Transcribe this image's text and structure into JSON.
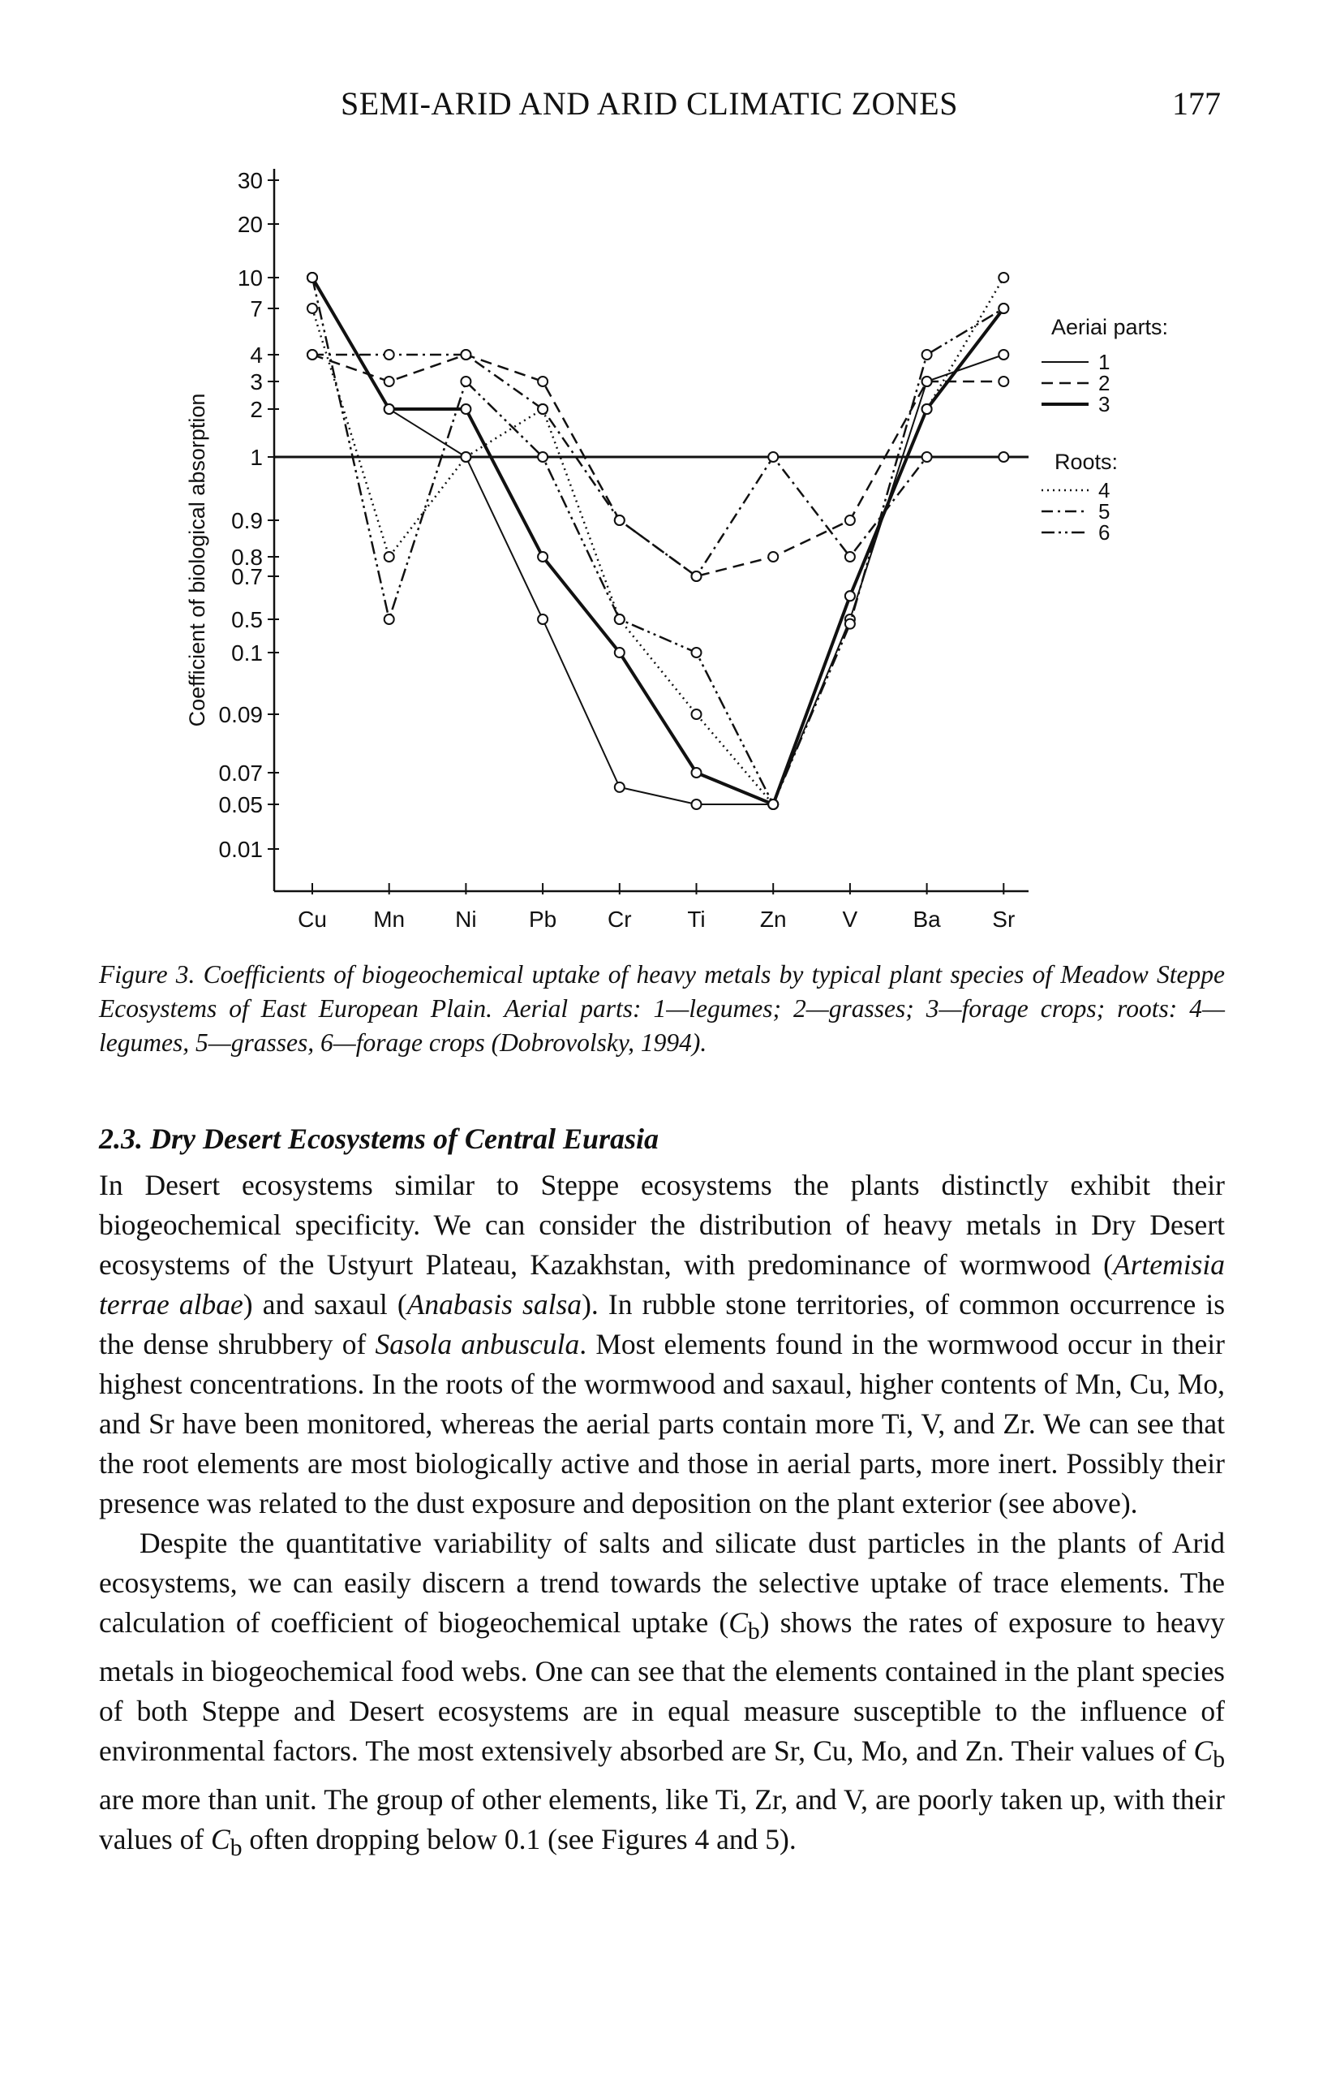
{
  "header": {
    "running_head": "SEMI-ARID AND ARID CLIMATIC ZONES",
    "page_number": "177"
  },
  "chart_data": {
    "type": "line",
    "ylabel": "Coefficient of biological absorption",
    "xlabel": "",
    "categories": [
      "Cu",
      "Mn",
      "Ni",
      "Pb",
      "Cr",
      "Ti",
      "Zn",
      "V",
      "Ba",
      "Sr"
    ],
    "y_tick_labels": [
      "30",
      "20",
      "10",
      "7",
      "4",
      "3",
      "2",
      "1",
      "0.9",
      "0.8",
      "0.7",
      "0.5",
      "0.1",
      "0.09",
      "0.07",
      "0.05",
      "0.01"
    ],
    "y_scale": "nonlinear (as printed)",
    "grid": false,
    "reference_line": 1,
    "legend": {
      "placement": "right",
      "aerial_title": "Aeriai parts:",
      "roots_title": "Roots:"
    },
    "series": [
      {
        "name": "1",
        "group": "aerial",
        "values": [
          10,
          2,
          1,
          0.5,
          0.06,
          0.05,
          0.05,
          0.5,
          3,
          4
        ]
      },
      {
        "name": "2",
        "group": "aerial",
        "values": [
          4,
          3,
          4,
          3,
          0.9,
          0.7,
          0.8,
          0.9,
          3,
          3
        ]
      },
      {
        "name": "3",
        "group": "aerial",
        "values": [
          10,
          2,
          2,
          0.8,
          0.1,
          0.07,
          0.05,
          0.6,
          2,
          7
        ]
      },
      {
        "name": "4",
        "group": "roots",
        "values": [
          7,
          0.8,
          1,
          2,
          0.5,
          0.09,
          0.05,
          0.6,
          2,
          10
        ]
      },
      {
        "name": "5",
        "group": "roots",
        "values": [
          4,
          4,
          4,
          2,
          0.9,
          0.7,
          1,
          0.8,
          1,
          1
        ]
      },
      {
        "name": "6",
        "group": "roots",
        "values": [
          10,
          0.5,
          3,
          1,
          0.5,
          0.1,
          0.05,
          0.4,
          4,
          7
        ]
      }
    ]
  },
  "caption": "Figure 3. Coefficients of biogeochemical uptake of heavy metals by typical plant species of Meadow Steppe Ecosystems of East European Plain. Aerial parts: 1—legumes; 2—grasses; 3—forage crops; roots: 4—legumes, 5—grasses, 6—forage crops (Dobrovolsky, 1994).",
  "section": {
    "heading": "2.3. Dry Desert Ecosystems of Central Eurasia",
    "para1": {
      "a": "In Desert ecosystems similar to Steppe ecosystems the plants distinctly exhibit their biogeochemical specificity. We can consider the distribution of heavy metals in Dry Desert ecosystems of the Ustyurt Plateau, Kazakhstan, with predominance of wormwood (",
      "b": "Artemisia terrae albae",
      "c": ") and saxaul (",
      "d": "Anabasis salsa",
      "e": "). In rubble stone territories, of common occurrence is the dense shrubbery of ",
      "f": "Sasola anbuscula",
      "g": ". Most elements found in the wormwood occur in their highest concentrations. In the roots of the wormwood and saxaul, higher contents of Mn, Cu, Mo, and Sr have been monitored, whereas the aerial parts contain more Ti, V, and Zr. We can see that the root elements are most biologically active and those in aerial parts, more inert. Possibly their presence was related to the dust exposure and deposition on the plant exterior (see above)."
    },
    "para2": {
      "a": "Despite the quantitative variability of salts and silicate dust particles in the plants of Arid ecosystems, we can easily discern a trend towards the selective uptake of trace elements. The calculation of coefficient of biogeochemical uptake (",
      "b": "C",
      "c": "b",
      "d": ") shows the rates of exposure to heavy metals in biogeochemical food webs. One can see that the elements contained in the plant species of both Steppe and Desert ecosystems are in equal measure susceptible to the influence of environmental factors. The most extensively absorbed are Sr, Cu, Mo, and Zn. Their values of ",
      "e": "C",
      "f": "b",
      "g": " are more than unit. The group of other elements, like Ti, Zr, and V, are poorly taken up, with their values of ",
      "h": "C",
      "i": "b",
      "j": " often dropping below 0.1 (see Figures 4 and 5)."
    }
  }
}
